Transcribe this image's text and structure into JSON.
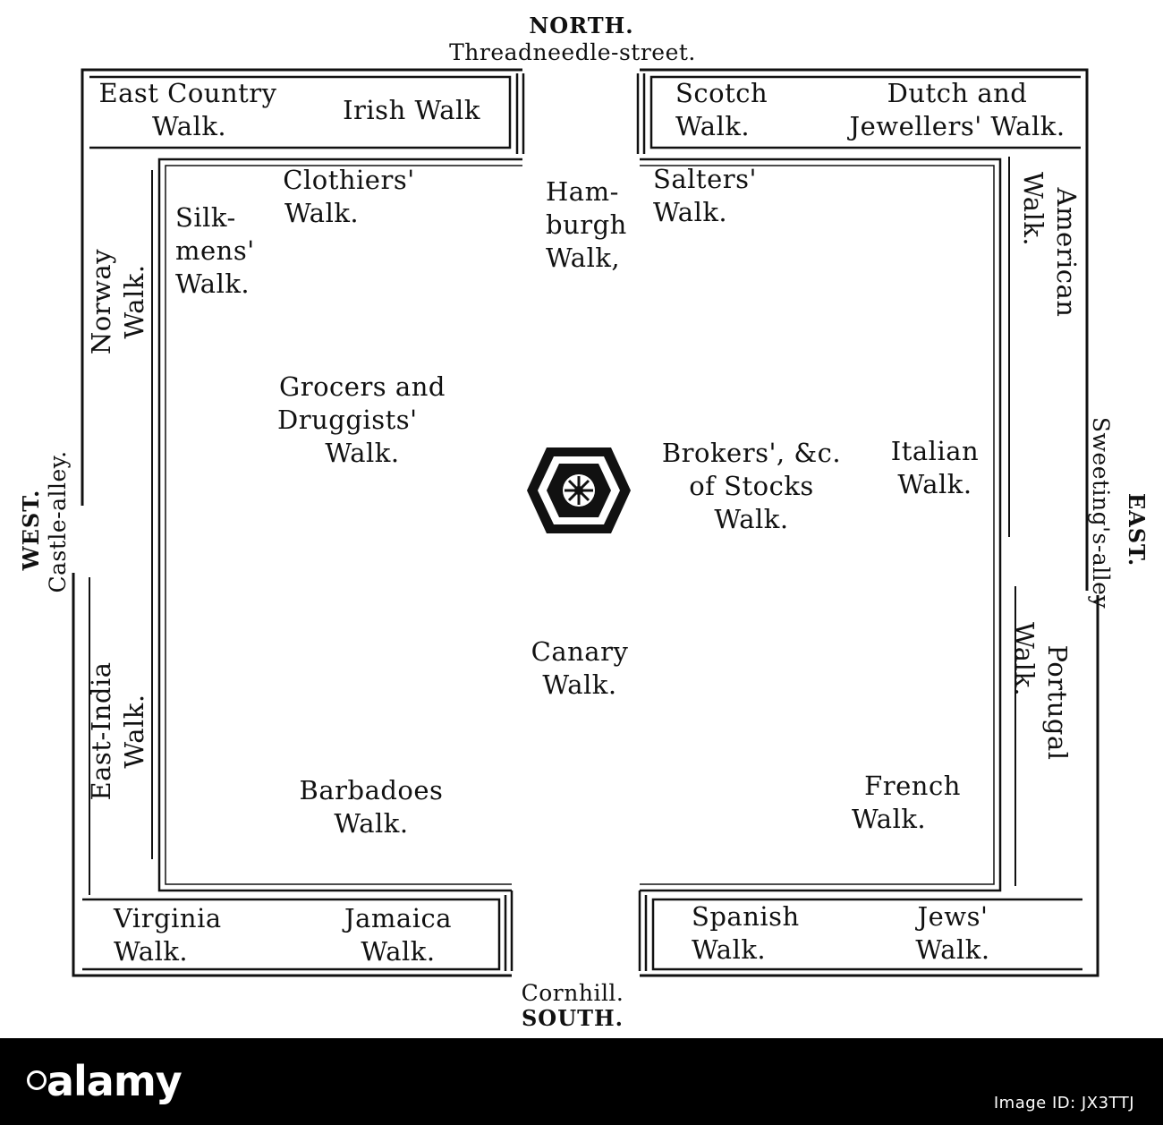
{
  "compass": {
    "north": "NORTH.",
    "south": "SOUTH.",
    "west": "WEST.",
    "east": "EAST."
  },
  "streets": {
    "north": "Threadneedle-street.",
    "south": "Cornhill.",
    "west": "Castle-alley.",
    "east": "Sweeting's-alley"
  },
  "walks": {
    "east_country": [
      "East Country",
      "Walk."
    ],
    "irish": "Irish Walk",
    "scotch": [
      "Scotch",
      "Walk."
    ],
    "dutch": [
      "Dutch and",
      "Jewellers' Walk."
    ],
    "clothiers": [
      "Clothiers'",
      "Walk."
    ],
    "silkmens": [
      "Silk-",
      "mens'",
      "Walk."
    ],
    "hamburgh": [
      "Ham-",
      "burgh",
      "Walk,"
    ],
    "salters": [
      "Salters'",
      "Walk."
    ],
    "norway": [
      "Norway",
      "Walk."
    ],
    "american": [
      "American",
      "Walk."
    ],
    "grocers": [
      "Grocers and",
      "Druggists'",
      "Walk."
    ],
    "brokers": [
      "Brokers', &c.",
      "of Stocks",
      "Walk."
    ],
    "italian": [
      "Italian",
      "Walk."
    ],
    "canary": [
      "Canary",
      "Walk."
    ],
    "east_india": [
      "East-India",
      "Walk."
    ],
    "portugal": [
      "Portugal",
      "Walk."
    ],
    "barbadoes": [
      "Barbadoes",
      "Walk."
    ],
    "french": [
      "French",
      "Walk."
    ],
    "virginia": [
      "Virginia",
      "Walk."
    ],
    "jamaica": [
      "Jamaica",
      "Walk."
    ],
    "spanish": [
      "Spanish",
      "Walk."
    ],
    "jews": [
      "Jews'",
      "Walk."
    ]
  },
  "watermark": {
    "brand": "alamy",
    "image_id": "Image ID: JX3TTJ"
  }
}
